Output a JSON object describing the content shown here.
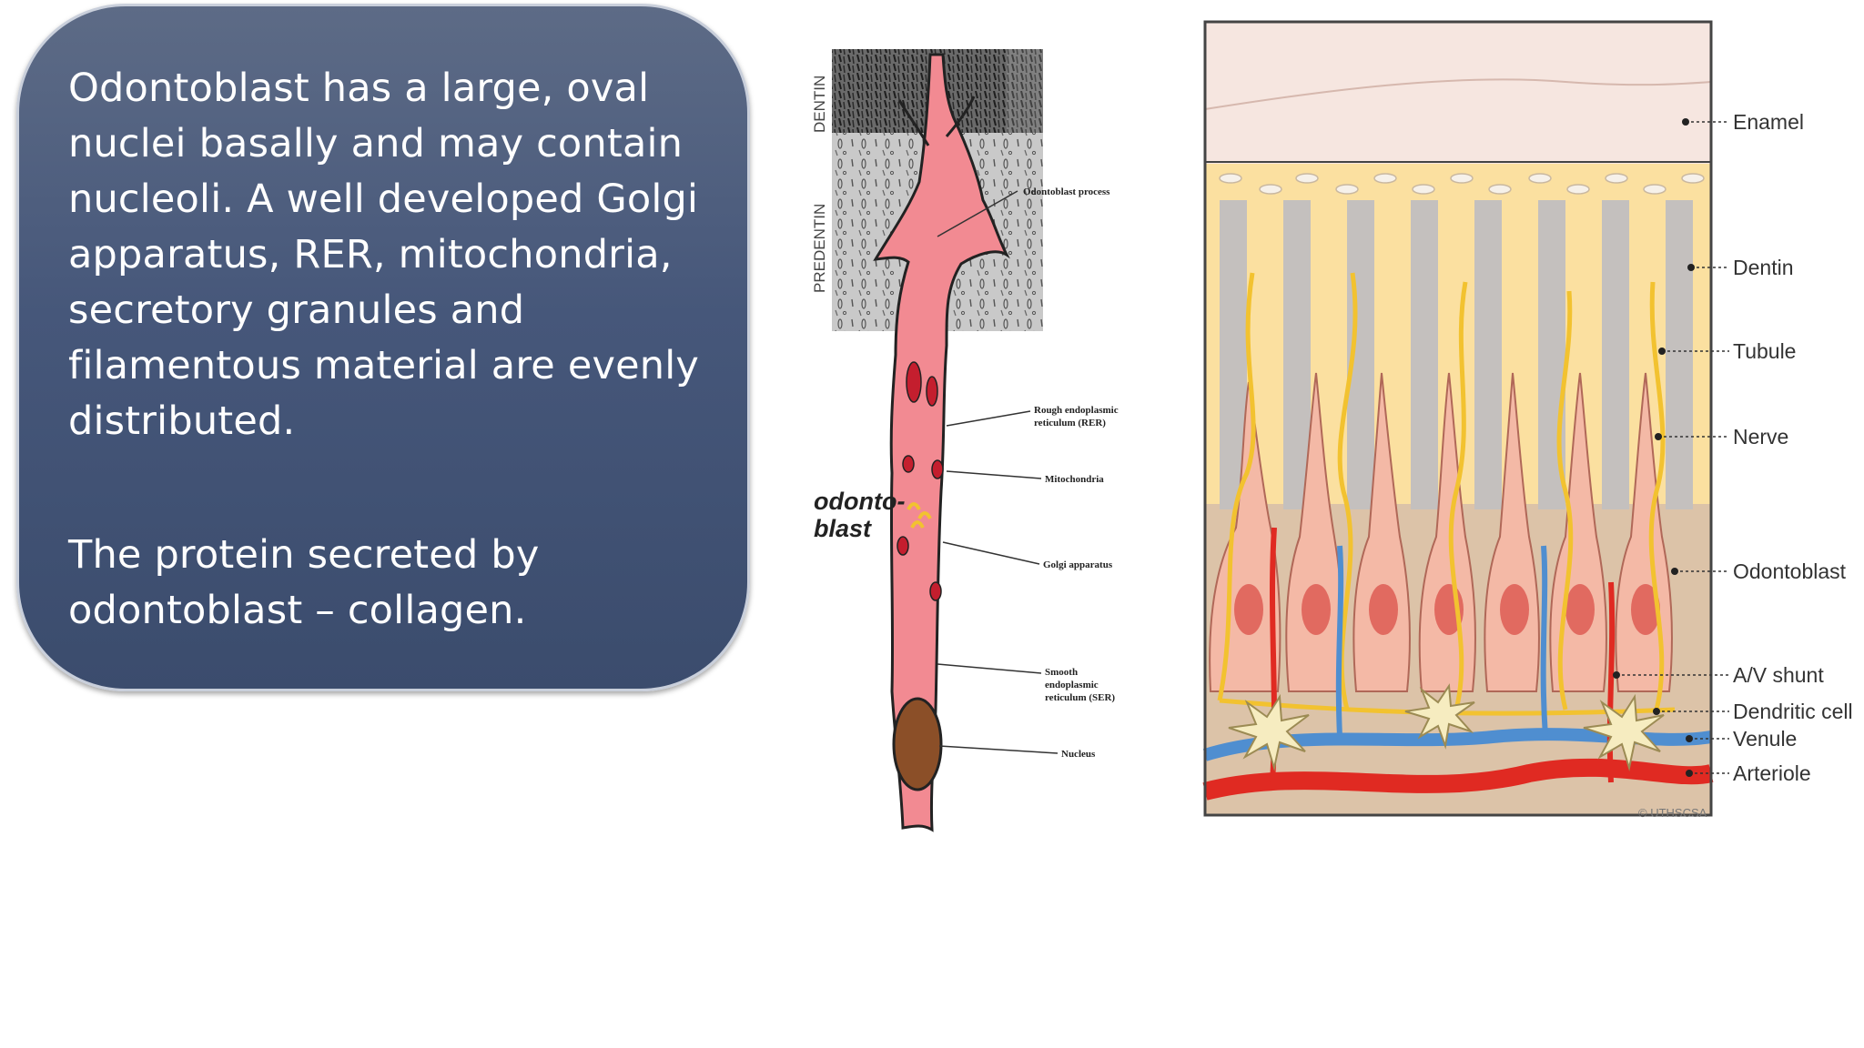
{
  "panel": {
    "paragraph1": "Odontoblast has a large, oval nuclei basally and may contain nucleoli. A well developed Golgi apparatus, RER, mitochondria, secretory granules and filamentous material are evenly distributed.",
    "paragraph2": "The protein secreted by odontoblast – collagen."
  },
  "left_figure": {
    "side_labels": {
      "dentin": "DENTIN",
      "predentin": "PREDENTIN"
    },
    "cell_label_line1": "odonto-",
    "cell_label_line2": "blast",
    "labels": {
      "process": "Odontoblast process",
      "rer_line1": "Rough endoplasmic",
      "rer_line2": "reticulum (RER)",
      "mito": "Mitochondria",
      "golgi": "Golgi apparatus",
      "ser_line1": "Smooth",
      "ser_line2": "endoplasmic",
      "ser_line3": "reticulum (SER)",
      "nucleus": "Nucleus"
    }
  },
  "right_figure": {
    "labels": {
      "enamel": "Enamel",
      "dentin": "Dentin",
      "tubule": "Tubule",
      "nerve": "Nerve",
      "odontoblast": "Odontoblast",
      "av_shunt": "A/V shunt",
      "dendritic": "Dendritic cell",
      "venule": "Venule",
      "arteriole": "Arteriole"
    },
    "copyright": "© UTHSCSA"
  },
  "colors": {
    "panel_top": "#5d6b86",
    "panel_bottom": "#3b4c6d",
    "cell_pink": "#f28a92",
    "enamel": "#f6e6e0",
    "dentin": "#fbe0a0",
    "tubule": "#c4c0be",
    "odontoblast": "#f4b9a6",
    "nerve": "#f2c230",
    "venule": "#4f8ed0",
    "arteriole": "#e02a22"
  }
}
